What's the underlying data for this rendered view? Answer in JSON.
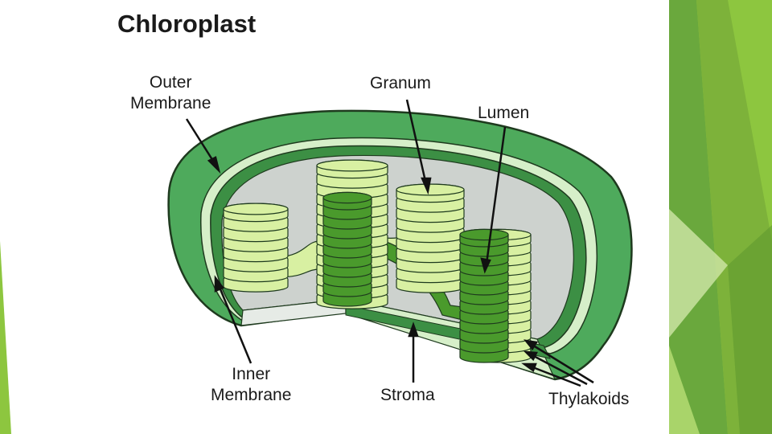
{
  "title": "Chloroplast",
  "labels": {
    "outer_membrane": [
      "Outer",
      "Membrane"
    ],
    "granum": "Granum",
    "lumen": "Lumen",
    "inner_membrane": [
      "Inner",
      "Membrane"
    ],
    "stroma": "Stroma",
    "thylakoids": "Thylakoids"
  },
  "colors": {
    "outer_membrane": "#4eaa5c",
    "membrane_band": "#3c8f44",
    "stroma": "#cdd2ce",
    "thylakoid_light": "#d8f0a2",
    "thylakoid_dark": "#4a9a2c",
    "theme_green": "#8dc63f",
    "theme_dark": "#5f9a2f"
  }
}
